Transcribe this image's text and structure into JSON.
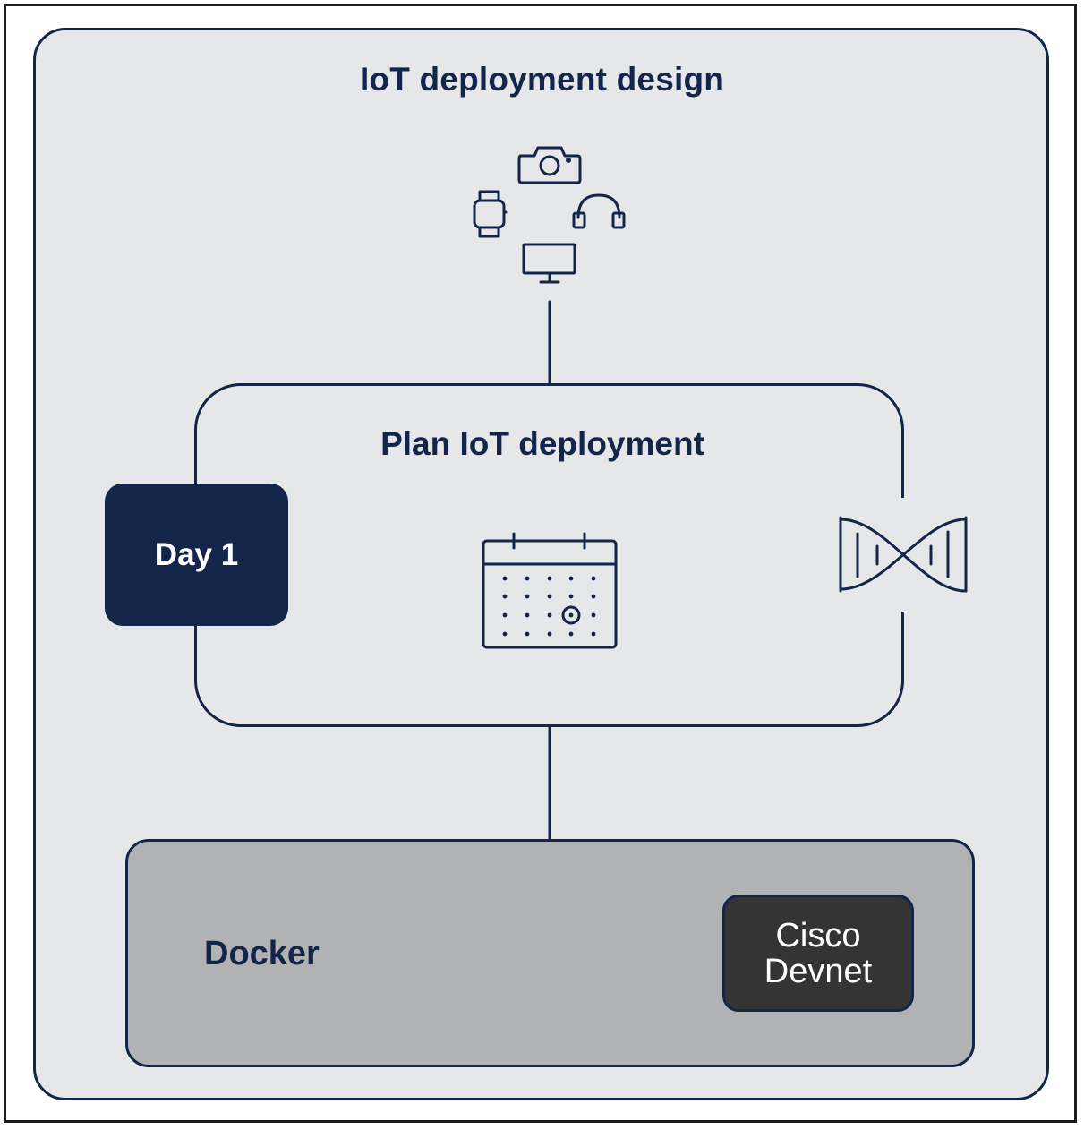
{
  "title": "IoT deployment design",
  "plan": {
    "title": "Plan IoT deployment",
    "stage_label": "Day 1"
  },
  "platform": {
    "label": "Docker",
    "tool_line1": "Cisco",
    "tool_line2": "Devnet"
  },
  "icons": [
    "camera-icon",
    "smartwatch-icon",
    "headset-icon",
    "monitor-icon",
    "calendar-icon",
    "dna-icon"
  ],
  "colors": {
    "navy": "#14254a",
    "panel": "#e6e7e9",
    "docker": "#b1b2b4",
    "devnet": "#343434"
  }
}
